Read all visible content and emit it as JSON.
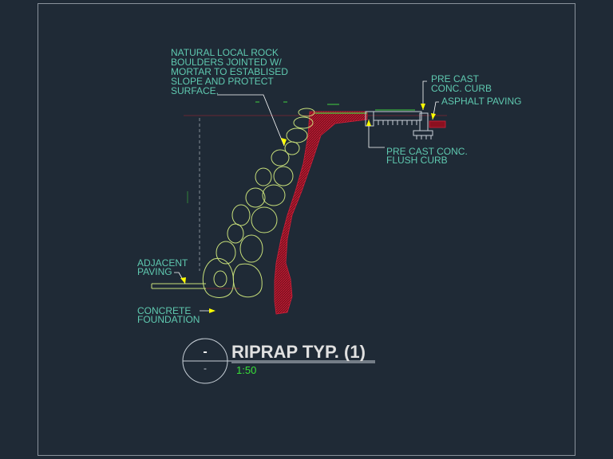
{
  "annotations": {
    "natural_rock": [
      "NATURAL LOCAL ROCK",
      "BOULDERS JOINTED W/",
      "MORTAR TO ESTABLISED",
      "SLOPE AND PROTECT",
      "SURFACE."
    ],
    "precast_curb": [
      "PRE CAST",
      "CONC. CURB"
    ],
    "asphalt_paving": [
      "ASPHALT PAVING"
    ],
    "flush_curb": [
      "PRE CAST CONC.",
      "FLUSH CURB"
    ],
    "adjacent_paving": [
      "ADJACENT",
      "PAVING"
    ],
    "concrete_foundation": [
      "CONCRETE",
      "FOUNDATION"
    ]
  },
  "title_block": {
    "section_number": "-",
    "sheet_number": "-",
    "title": "RIPRAP TYP. (1)",
    "scale": "1:50"
  },
  "colors": {
    "background": "#1f2a36",
    "annotation_text": "#5fc9b0",
    "leader": "#ffffff",
    "arrow": "#ffff00",
    "boulder": "#c8e07a",
    "mortar_fill": "#8a1020",
    "mortar_hatch": "#d0203a",
    "scale_text": "#38e038",
    "title_text": "#e0e0e0",
    "frame": "#8a929c"
  }
}
